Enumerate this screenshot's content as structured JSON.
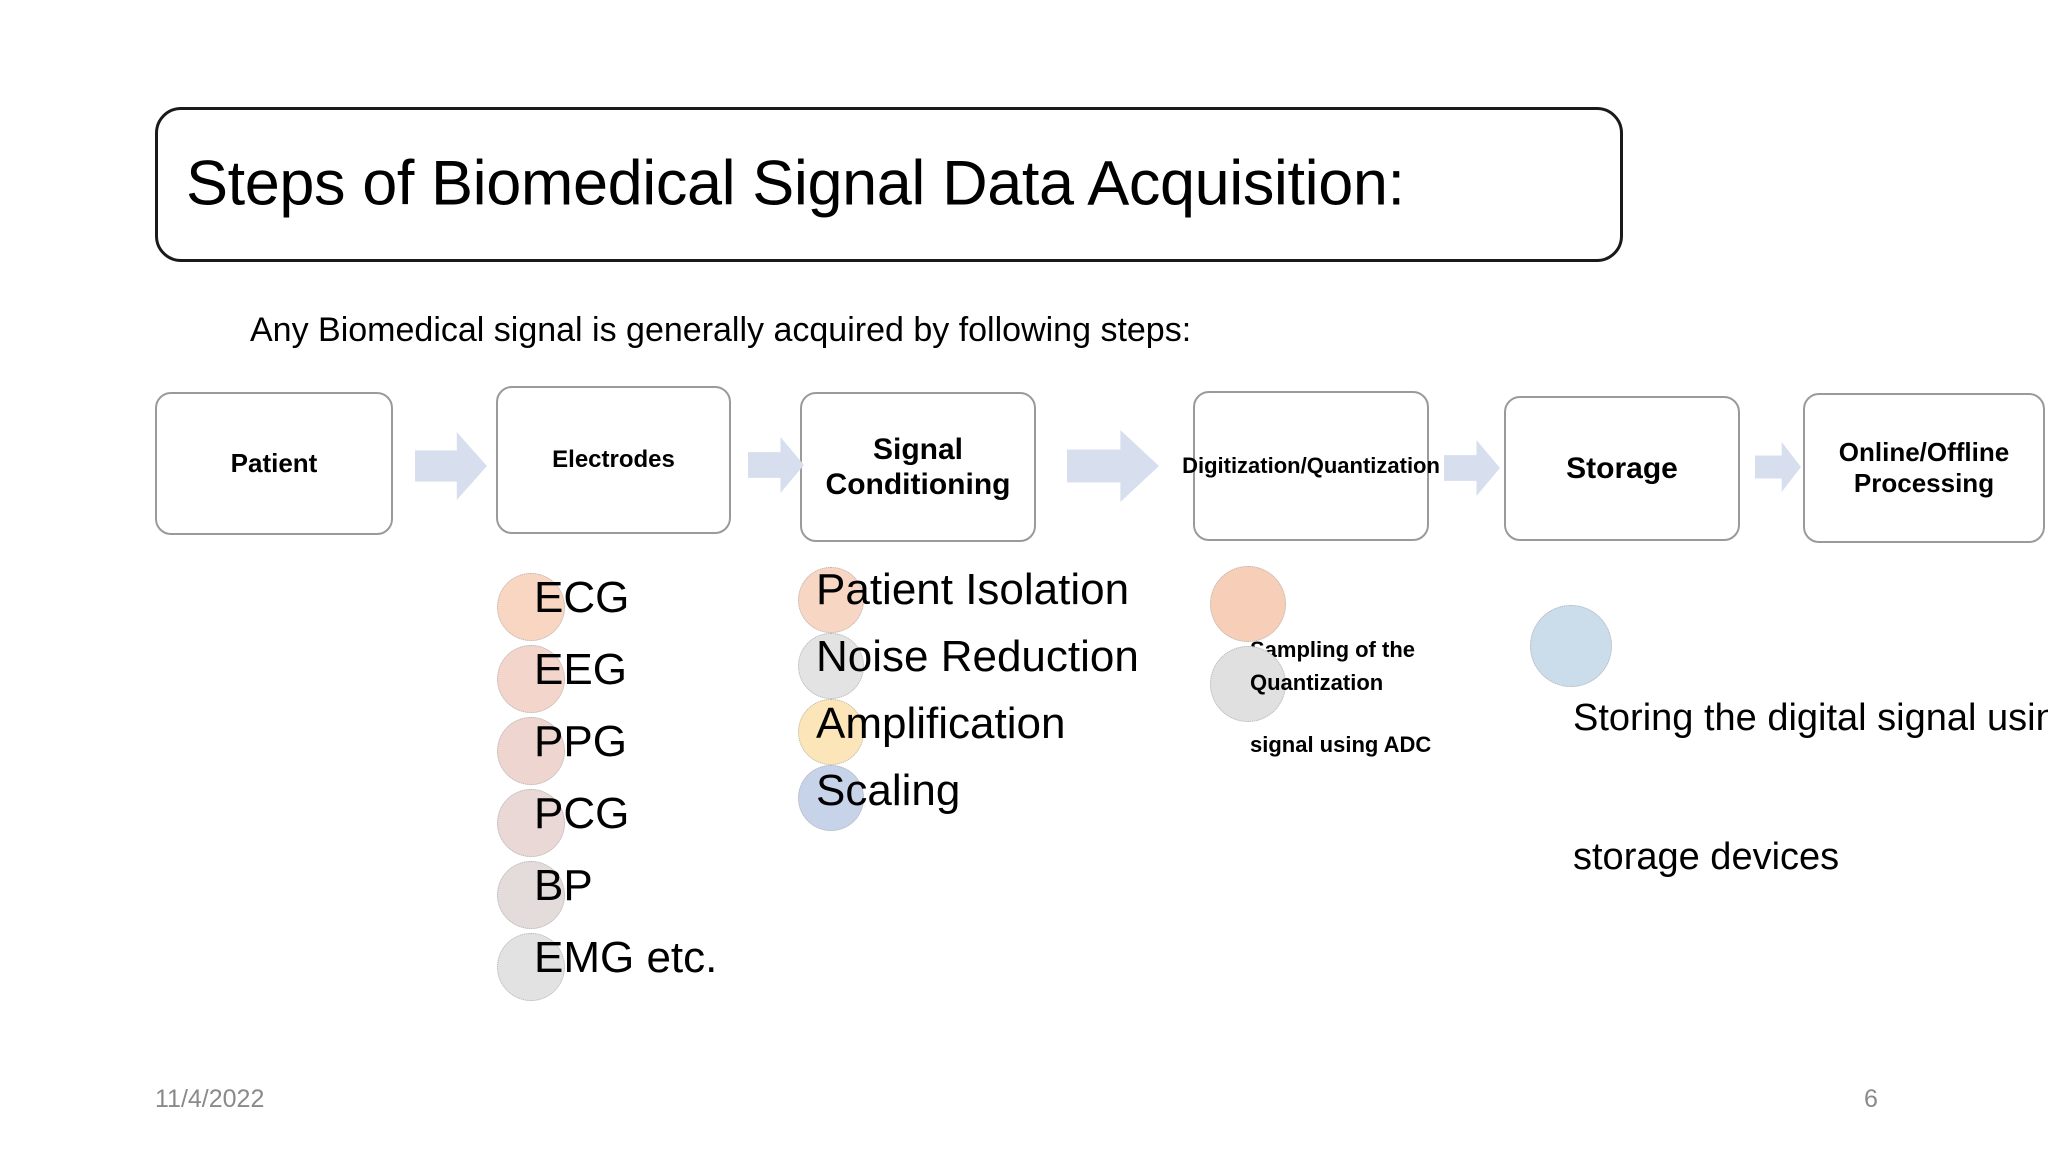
{
  "slide": {
    "title": "Steps of Biomedical Signal Data Acquisition:",
    "subtitle": "Any Biomedical signal is generally acquired by following steps:",
    "background_color": "#FFFFFF"
  },
  "flow": {
    "arrow_color": "#D7DFEE",
    "box_border_color": "#9A9A9A",
    "steps": [
      {
        "label": "Patient"
      },
      {
        "label": "Electrodes"
      },
      {
        "label": "Signal Conditioning"
      },
      {
        "label": "Digitization/Quantization"
      },
      {
        "label": "Storage"
      },
      {
        "label": "Online/Offline Processing"
      }
    ]
  },
  "details": {
    "electrodes": [
      {
        "label": "ECG",
        "color": "#F9D6C2"
      },
      {
        "label": "EEG",
        "color": "#F3D5CB"
      },
      {
        "label": "PPG",
        "color": "#EED5CF"
      },
      {
        "label": "PCG",
        "color": "#E9D8D6"
      },
      {
        "label": "BP",
        "color": "#E4DBDB"
      },
      {
        "label": "EMG etc.",
        "color": "#E2E2E2"
      }
    ],
    "signal_conditioning": [
      {
        "label": "Patient Isolation",
        "color": "#F7D6C3"
      },
      {
        "label": "Noise Reduction",
        "color": "#E3E3E3"
      },
      {
        "label": "Amplification",
        "color": "#FCE5B8"
      },
      {
        "label": "Scaling",
        "color": "#C6D3E8"
      }
    ],
    "digitization": [
      {
        "line1": "Sampling of the",
        "line2": "signal using ADC",
        "color": "#F7CFB8"
      },
      {
        "line1": "Quantization",
        "line2": "",
        "color": "#E0E0E0"
      }
    ],
    "storage": [
      {
        "line1": "Storing the digital signal using",
        "line2": "storage devices",
        "color": "#CBDCEB"
      }
    ]
  },
  "footer": {
    "date": "11/4/2022",
    "page_number": "6"
  }
}
